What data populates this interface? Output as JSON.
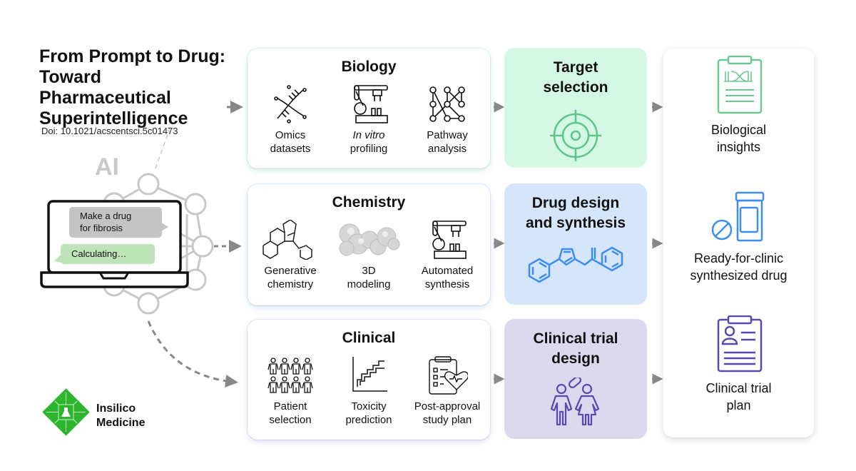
{
  "title": "From Prompt to Drug: Toward Pharmaceutical Superintelligence",
  "doi": "Doi: 10.1021/acscentsci.5c01473",
  "ai_label": "AI",
  "laptop": {
    "prompt_bubble": [
      "Make a drug",
      "for fibrosis"
    ],
    "response_bubble": "Calculating…"
  },
  "logo": {
    "line1": "Insilico",
    "line2": "Medicine",
    "icon": "circuit-flask-diamond-icon",
    "color": "#2db52d"
  },
  "domains": [
    {
      "title": "Biology",
      "items": [
        {
          "icon": "dna-icon",
          "label1": "Omics",
          "label2": "datasets"
        },
        {
          "icon": "lab-robot-icon",
          "label1": "In vitro",
          "label2": "profiling"
        },
        {
          "icon": "pathway-network-icon",
          "label1": "Pathway",
          "label2": "analysis"
        }
      ]
    },
    {
      "title": "Chemistry",
      "items": [
        {
          "icon": "molecule-structure-icon",
          "label1": "Generative",
          "label2": "chemistry"
        },
        {
          "icon": "3d-molecule-surface-icon",
          "label1": "3D",
          "label2": "modeling"
        },
        {
          "icon": "lab-robot-icon",
          "label1": "Automated",
          "label2": "synthesis"
        }
      ]
    },
    {
      "title": "Clinical",
      "items": [
        {
          "icon": "patient-group-icon",
          "label1": "Patient",
          "label2": "selection"
        },
        {
          "icon": "step-chart-icon",
          "label1": "Toxicity",
          "label2": "prediction"
        },
        {
          "icon": "clipboard-heart-icon",
          "label1": "Post-approval",
          "label2": "study plan"
        }
      ]
    }
  ],
  "stages": [
    {
      "title1": "Target",
      "title2": "selection",
      "icon": "target-crosshair-icon",
      "color": "#5ec48a",
      "bg": "#d4f7e6"
    },
    {
      "title1": "Drug design",
      "title2": "and synthesis",
      "icon": "molecule-icon",
      "color": "#3d8ef0",
      "bg": "#d5e6fb"
    },
    {
      "title1": "Clinical trial",
      "title2": "design",
      "icon": "patients-pill-icon",
      "color": "#5a48b0",
      "bg": "#dcd8ee"
    }
  ],
  "outputs": [
    {
      "label1": "Biological",
      "label2": "insights",
      "icon": "clipboard-dna-icon",
      "color": "#6cc890"
    },
    {
      "label1": "Ready-for-clinic",
      "label2": "synthesized drug",
      "icon": "pill-bottle-icon",
      "color": "#3d8ef0"
    },
    {
      "label1": "Clinical trial",
      "label2": "plan",
      "icon": "clipboard-person-icon",
      "color": "#5a48b0"
    }
  ]
}
